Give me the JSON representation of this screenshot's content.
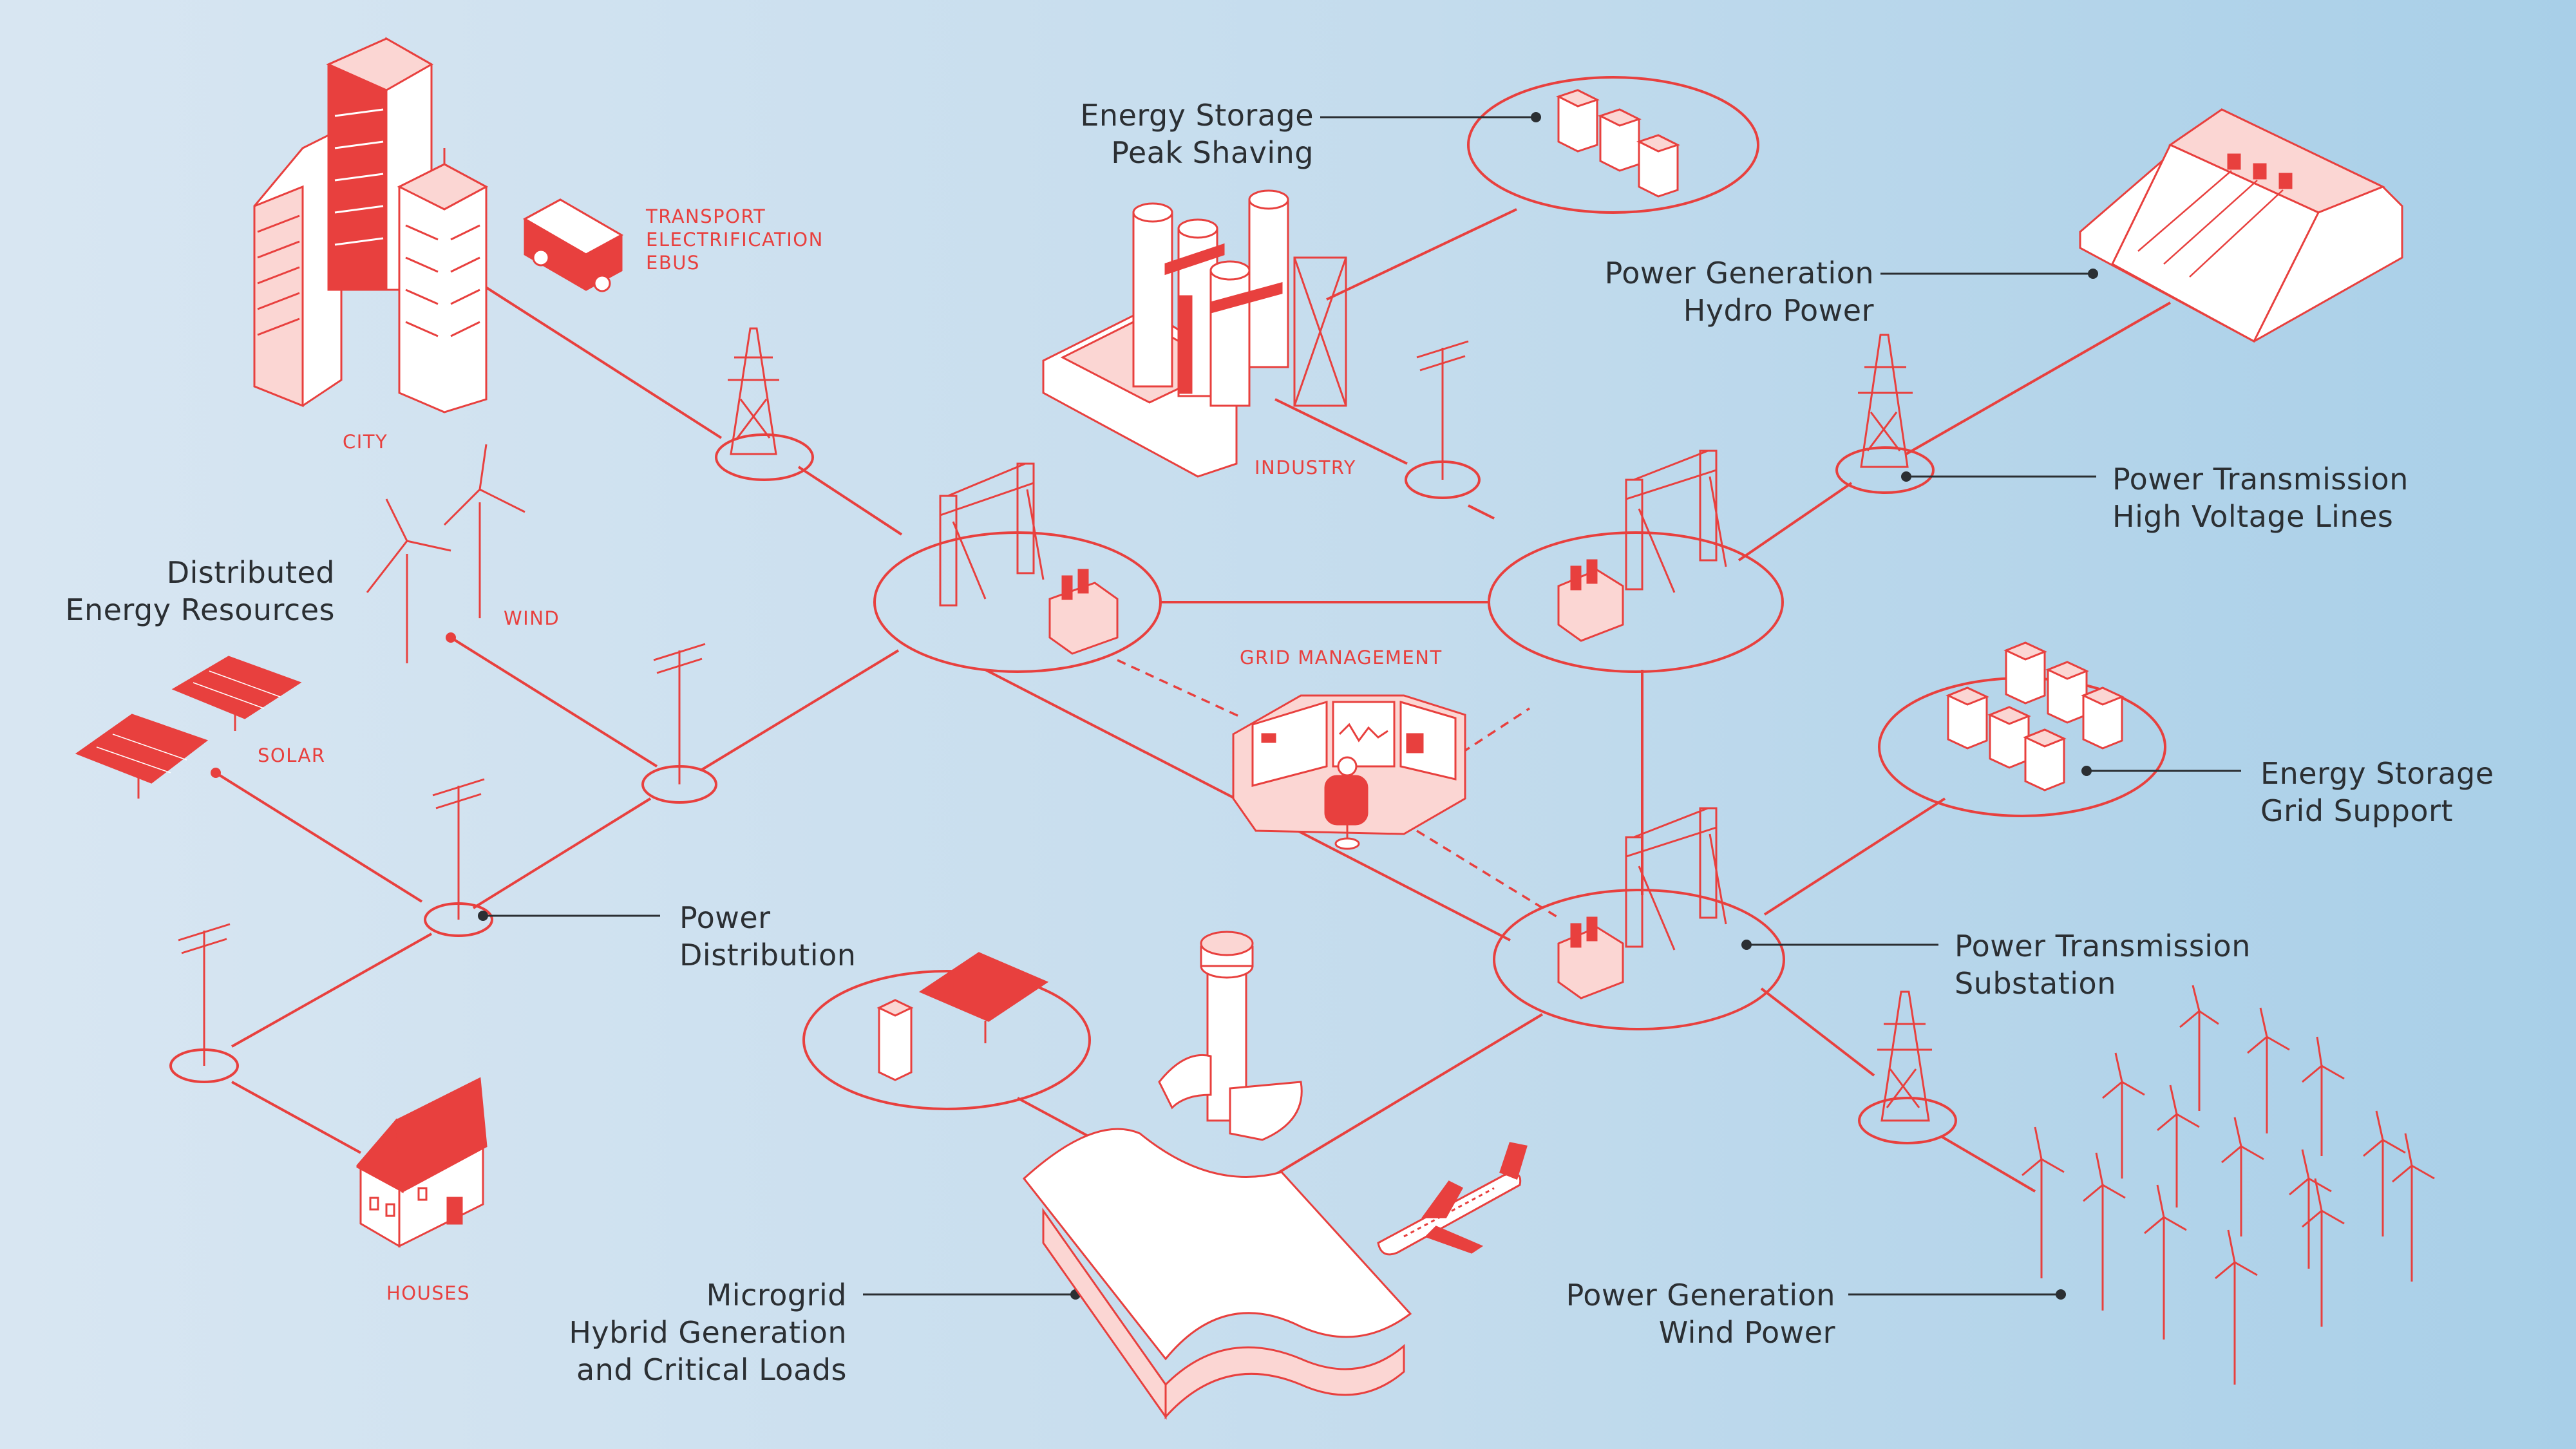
{
  "labels": {
    "energy_storage_peak": [
      "Energy Storage",
      "Peak Shaving"
    ],
    "hydro": [
      "Power Generation",
      "Hydro Power"
    ],
    "transmission_hv": [
      "Power Transmission",
      "High Voltage Lines"
    ],
    "der": [
      "Distributed",
      "Energy Resources"
    ],
    "storage_grid": [
      "Energy Storage",
      "Grid Support"
    ],
    "distribution": [
      "Power",
      "Distribution"
    ],
    "substation": [
      "Power Transmission",
      "Substation"
    ],
    "microgrid": [
      "Microgrid",
      "Hybrid Generation",
      "and Critical Loads"
    ],
    "wind_power": [
      "Power Generation",
      "Wind Power"
    ]
  },
  "tags": {
    "transport": [
      "TRANSPORT",
      "ELECTRIFICATION",
      "EBUS"
    ],
    "city": "CITY",
    "industry": "INDUSTRY",
    "wind": "WIND",
    "solar": "SOLAR",
    "grid_management": "GRID MANAGEMENT",
    "houses": "HOUSES"
  },
  "colors": {
    "accent": "#e8403e",
    "accent_light": "#fbd6d3",
    "text": "#2b2f33",
    "background_left": "#d8e6f2",
    "background_right": "#a8cfe8"
  }
}
